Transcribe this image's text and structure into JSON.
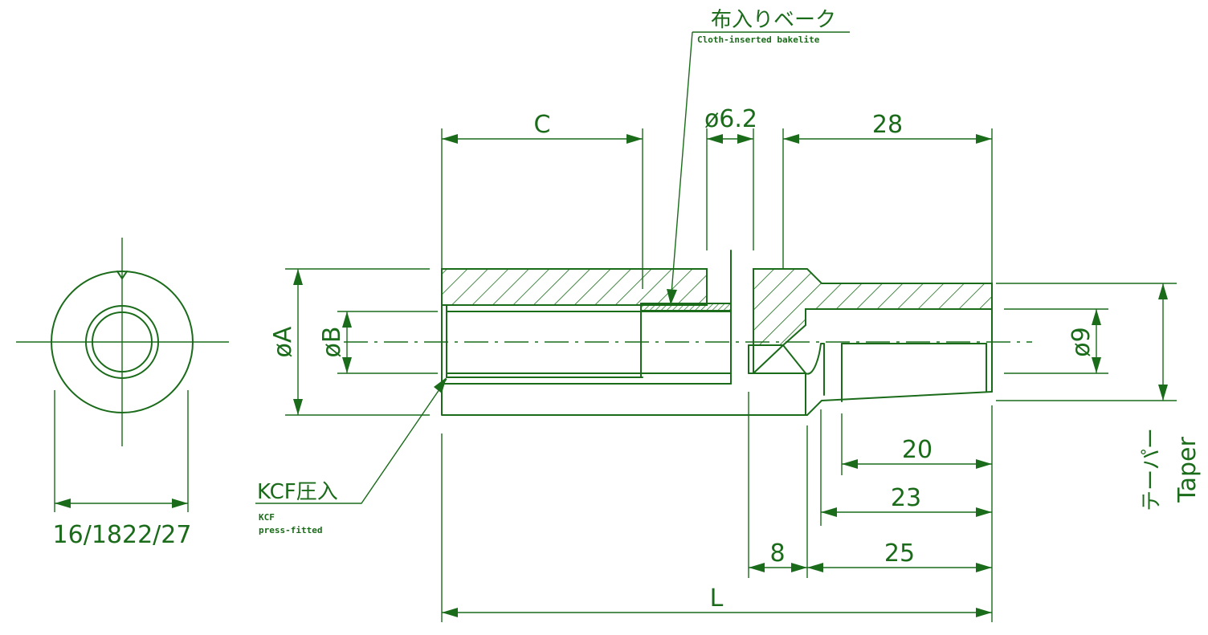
{
  "labels": {
    "c": "C",
    "phi62": "ø6.2",
    "d28": "28",
    "phiA": "øA",
    "phiB": "øB",
    "phi9": "ø9",
    "d20": "20",
    "d23": "23",
    "d8": "8",
    "d25": "25",
    "L": "L",
    "frontDims": "16/1822/27",
    "clothJp": "布入りベーク",
    "clothEn": "Cloth-inserted bakelite",
    "kcfJp": "KCF圧入",
    "kcfEn1": "KCF",
    "kcfEn2": "press-fitted",
    "taperJp": "テーパー",
    "taperEn": "Taper"
  },
  "colors": {
    "line": "#1a6b1a",
    "background": "#ffffff"
  }
}
